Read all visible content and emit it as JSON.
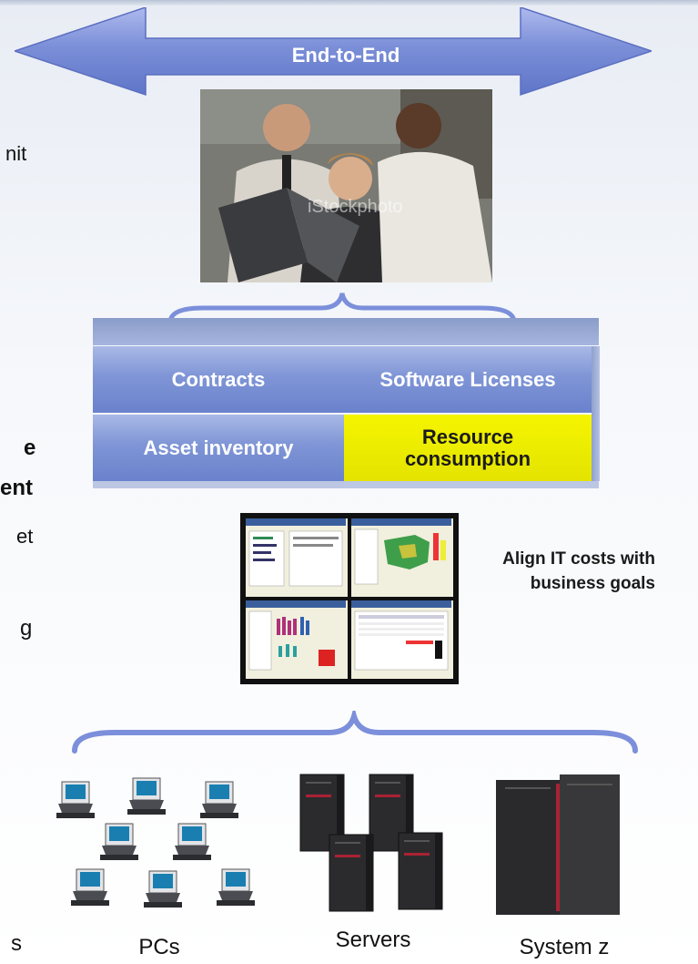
{
  "arrow": {
    "label": "End-to-End"
  },
  "blocks": {
    "contracts": "Contracts",
    "software_licenses": "Software Licenses",
    "asset_inventory": "Asset inventory",
    "resource_consumption": "Resource consumption"
  },
  "photo": {
    "watermark": "iStockphoto"
  },
  "align_text": "Align IT costs with business goals",
  "left_fragments": [
    "nit",
    "e",
    "ent",
    "et",
    "g",
    "s"
  ],
  "captions": {
    "pcs": "PCs",
    "servers": "Servers",
    "systemz": "System z"
  },
  "colors": {
    "arrow": "#7b8fd8",
    "highlight": "#f0f000",
    "block": "#7f95d6",
    "brace": "#7c8fdb"
  }
}
